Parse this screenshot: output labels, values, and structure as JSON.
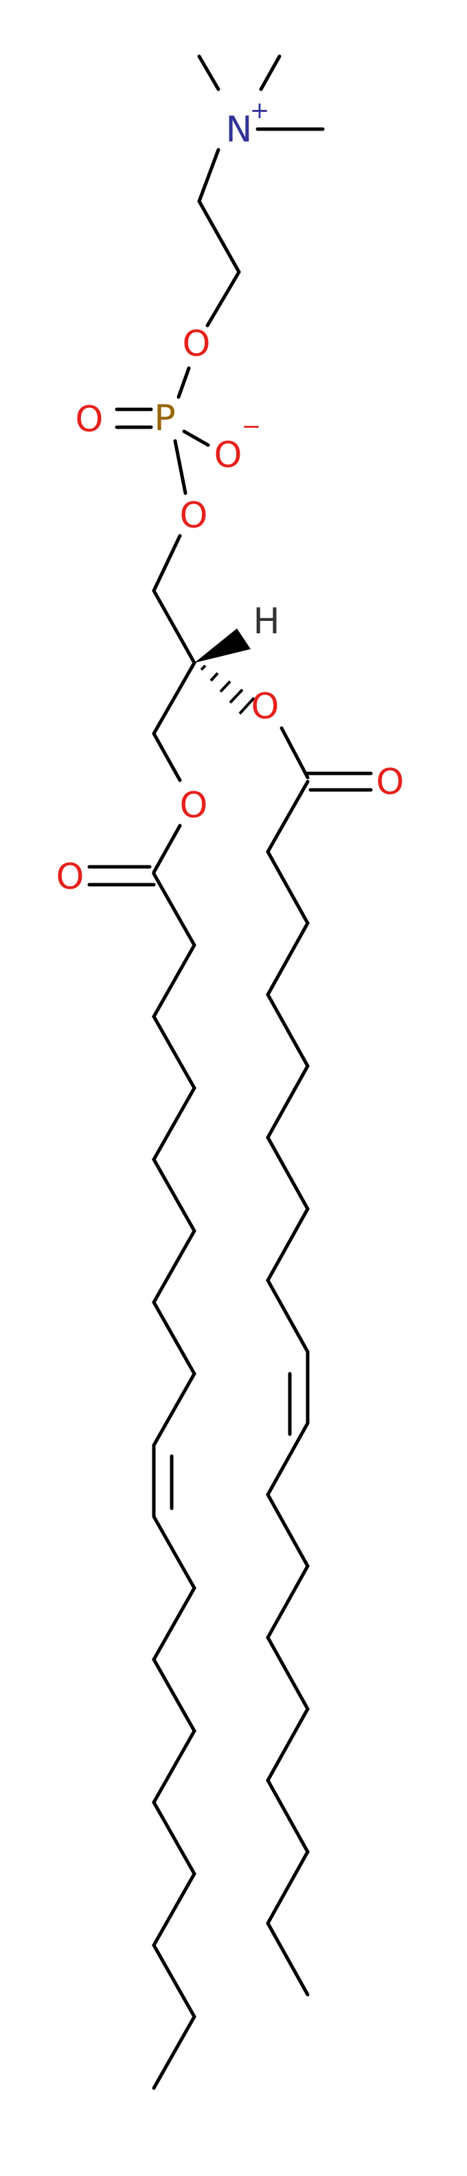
{
  "atoms": {
    "n": {
      "symbol": "N",
      "color": "#333399"
    },
    "n_charge": {
      "symbol": "+",
      "color": "#333399"
    },
    "p": {
      "symbol": "P",
      "color": "#996600"
    },
    "h": {
      "symbol": "H",
      "color": "#333333"
    },
    "o1": {
      "symbol": "O",
      "color": "#e6201b"
    },
    "o_double": {
      "symbol": "O",
      "color": "#e6201b"
    },
    "o_minus": {
      "symbol": "O",
      "color": "#e6201b"
    },
    "o_minus_charge": {
      "symbol": "−",
      "color": "#e6201b"
    },
    "o2": {
      "symbol": "O",
      "color": "#e6201b"
    },
    "o_ester2": {
      "symbol": "O",
      "color": "#e6201b"
    },
    "o_carbonyl2": {
      "symbol": "O",
      "color": "#e6201b"
    },
    "o_ester1": {
      "symbol": "O",
      "color": "#e6201b"
    },
    "o_carbonyl1": {
      "symbol": "O",
      "color": "#e6201b"
    }
  },
  "colors": {
    "carbon_bond": "#000000",
    "nitrogen": "#333399",
    "phosphorus": "#996600",
    "oxygen": "#e6201b",
    "hydrogen": "#333333"
  }
}
